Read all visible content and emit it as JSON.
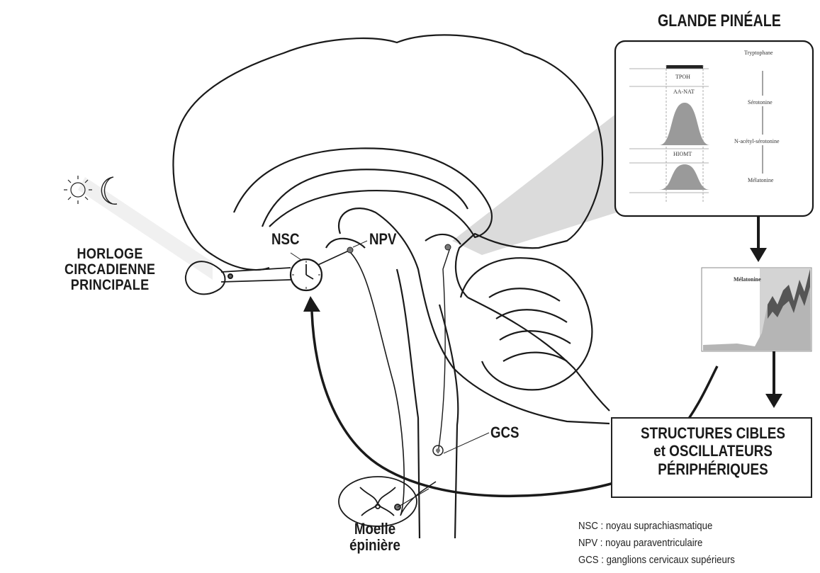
{
  "title": "GLANDE PINÉALE",
  "clock_label_lines": [
    "HORLOGE",
    "CIRCADIENNE",
    "PRINCIPALE"
  ],
  "labels": {
    "nsc": "NSC",
    "npv": "NPV",
    "gcs": "GCS",
    "moelle": [
      "Moelle",
      "épinière"
    ]
  },
  "target_box_lines": [
    "STRUCTURES CIBLES",
    "et OSCILLATEURS",
    "PÉRIPHÉRIQUES"
  ],
  "pineal_inset": {
    "pathway": [
      "Tryptophane",
      "Sérotonine",
      "N-acétyl-sérotonine",
      "Mélatonine"
    ],
    "enzymes": [
      "TPOH",
      "AA-NAT",
      "HIOMT"
    ]
  },
  "melatonin_plot_label": "Mélatonine",
  "legend": [
    "NSC : noyau suprachiasmatique",
    "NPV : noyau paraventriculaire",
    "GCS : ganglions cervicaux supérieurs"
  ],
  "colors": {
    "ink": "#1a1a1a",
    "shade": "#b8b8b8",
    "dark_shade": "#555555",
    "night": "#9a9a9a"
  },
  "icons": [
    "sun-icon",
    "moon-icon",
    "clock-icon"
  ]
}
